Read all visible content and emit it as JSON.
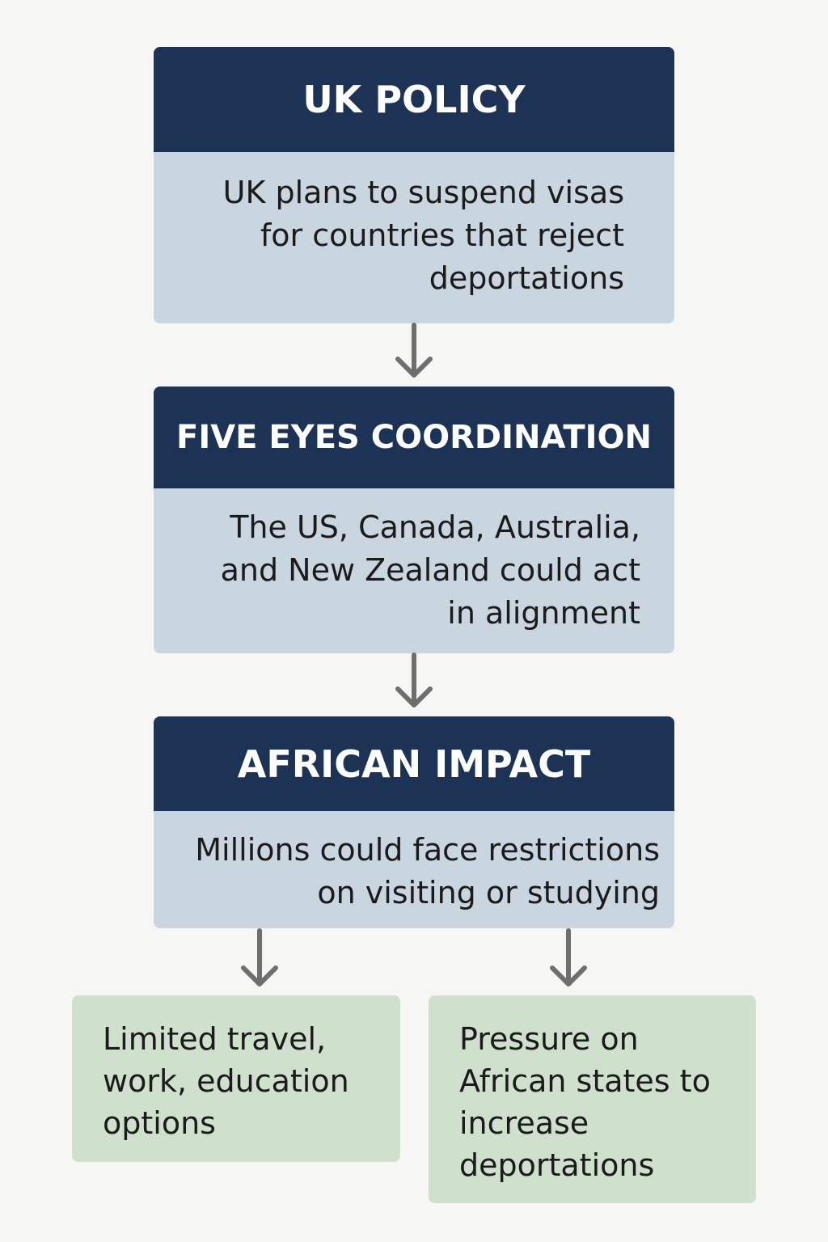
{
  "blocks": [
    {
      "title": "UK POLICY",
      "body": "UK plans to suspend visas\nfor countries that reject\ndeportations"
    },
    {
      "title": "FIVE EYES COORDINATION",
      "body": "The US, Canada, Australia,\nand New Zealand could act\nin alignment"
    },
    {
      "title": "AFRICAN IMPACT",
      "body": "Millions could face restrictions\non visiting or studying"
    }
  ],
  "outcomes": [
    "Limited travel,\nwork, education\noptions",
    "Pressure on\nAfrican states to\nincrease\ndeportations"
  ],
  "colors": {
    "header": "#1c3356",
    "body": "#c9d5df",
    "outcome": "#cfe0cd",
    "arrow": "#6e6e6e",
    "background": "#f6f6f4"
  }
}
